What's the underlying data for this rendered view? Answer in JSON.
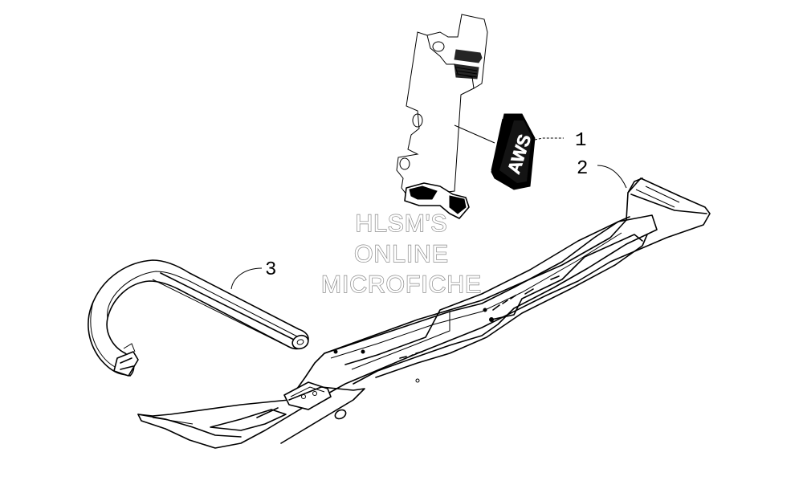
{
  "callouts": [
    {
      "number": "1",
      "part": "decal"
    },
    {
      "number": "2",
      "part": "ski"
    },
    {
      "number": "3",
      "part": "ski-handle"
    }
  ],
  "decal_text": "AWS",
  "watermark": {
    "line1": "HLSM'S",
    "line2": "ONLINE",
    "line3": "MICROFICHE"
  },
  "colors": {
    "line": "#000000",
    "background": "#ffffff",
    "watermark_outline": "#8a8a8a"
  }
}
